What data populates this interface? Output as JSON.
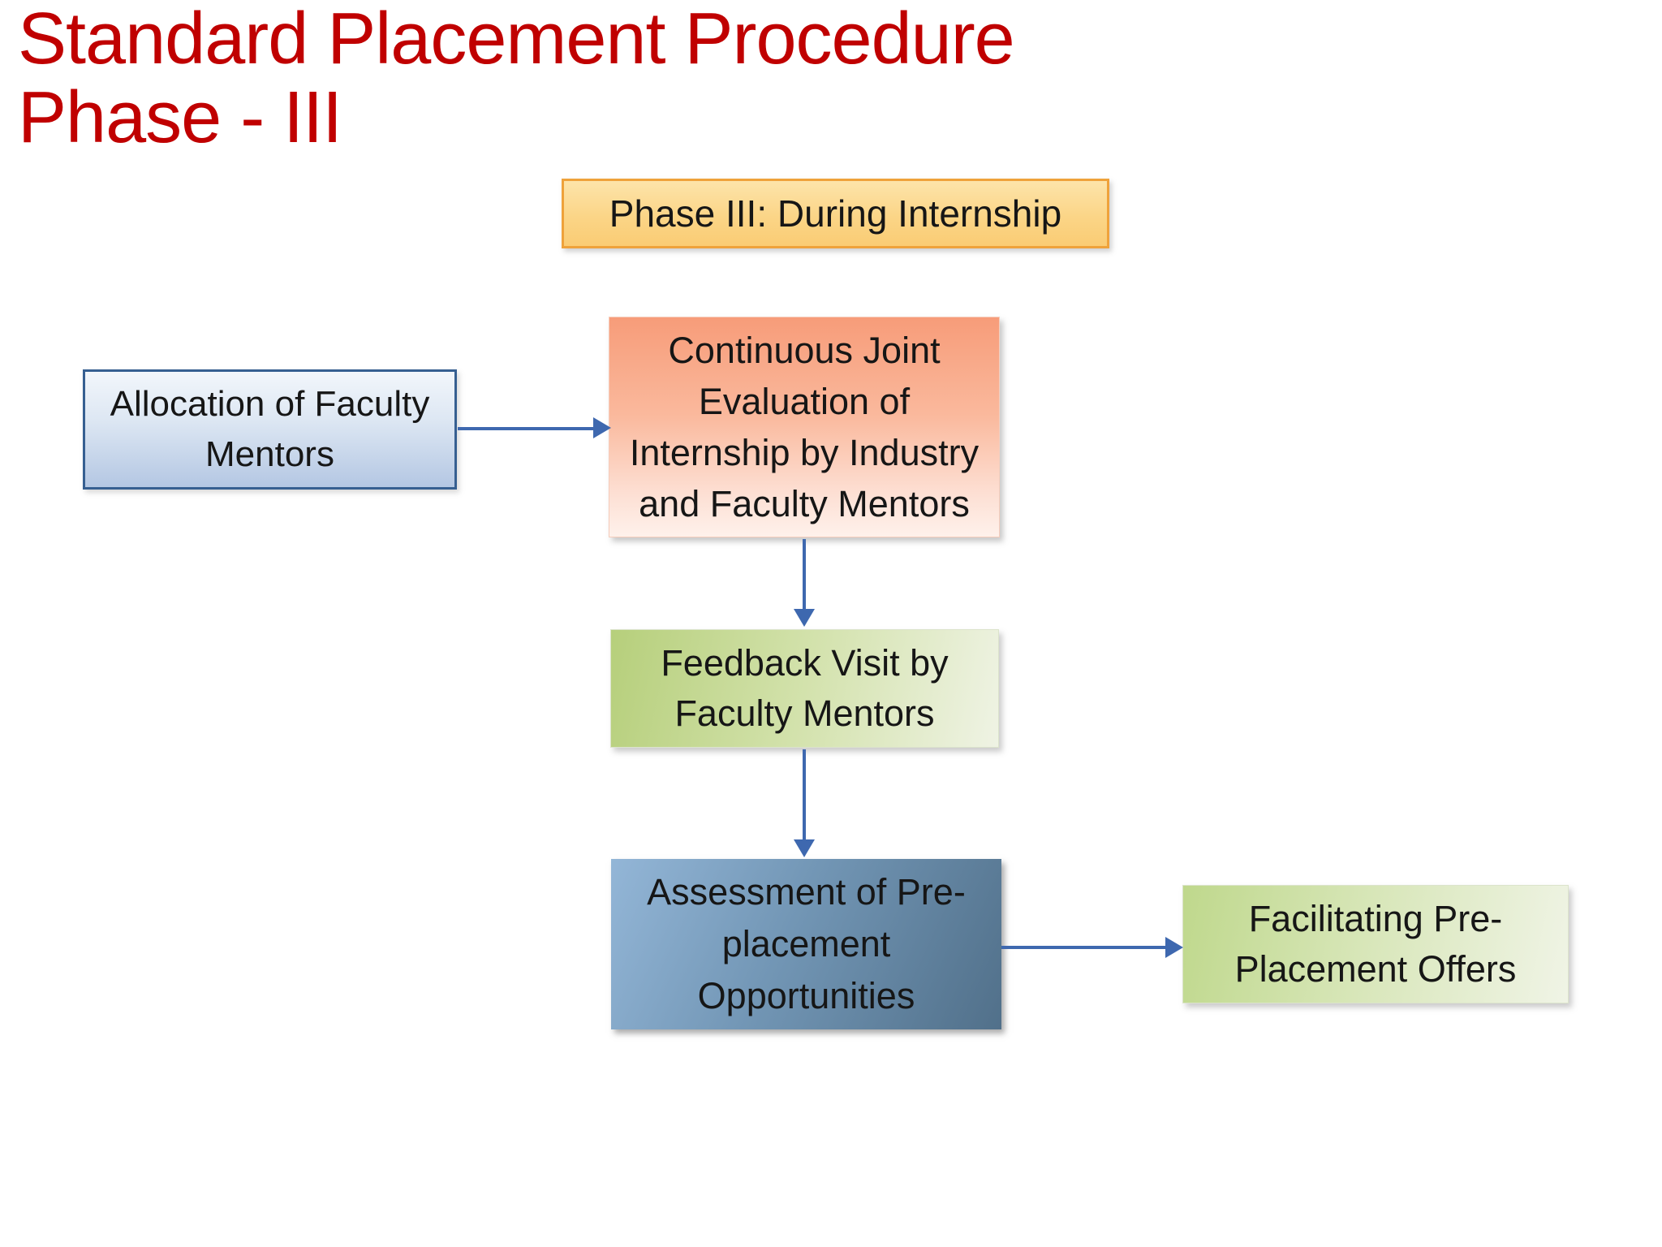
{
  "slide": {
    "title_line1": "Standard Placement Procedure",
    "title_line2": "Phase - III",
    "title_color": "#C00000",
    "background_color": "#FFFFFF"
  },
  "diagram": {
    "banner": {
      "label": "Phase III: During Internship",
      "fill": "#FBD587",
      "border_color": "#EFA23B"
    },
    "nodes": [
      {
        "id": "allocation",
        "label": "Allocation of Faculty Mentors",
        "style": "blue-outline",
        "fill_top": "#F2F6FB",
        "fill_bottom": "#B4C7E3",
        "border_color": "#365F91"
      },
      {
        "id": "evaluation",
        "label": "Continuous Joint Evaluation of Internship by Industry and Faculty Mentors",
        "style": "salmon-gradient",
        "fill_top": "#F79C79",
        "fill_bottom": "#FEF1EB"
      },
      {
        "id": "feedback",
        "label": "Feedback Visit by Faculty Mentors",
        "style": "green-gradient",
        "fill_left": "#B6CF7B",
        "fill_right": "#EFF3E4"
      },
      {
        "id": "assessment",
        "label": "Assessment of Pre-placement Opportunities",
        "style": "steel-gradient",
        "fill_left": "#93B6D7",
        "fill_right": "#51708A"
      },
      {
        "id": "offers",
        "label": "Facilitating Pre-Placement Offers",
        "style": "green-gradient",
        "fill_left": "#BFD88C",
        "fill_right": "#F0F4E6"
      }
    ],
    "edges": [
      {
        "from": "allocation",
        "to": "evaluation",
        "direction": "right"
      },
      {
        "from": "evaluation",
        "to": "feedback",
        "direction": "down"
      },
      {
        "from": "feedback",
        "to": "assessment",
        "direction": "down"
      },
      {
        "from": "assessment",
        "to": "offers",
        "direction": "right"
      }
    ],
    "arrow_color": "#3E68AF",
    "text_color": "#161616"
  }
}
